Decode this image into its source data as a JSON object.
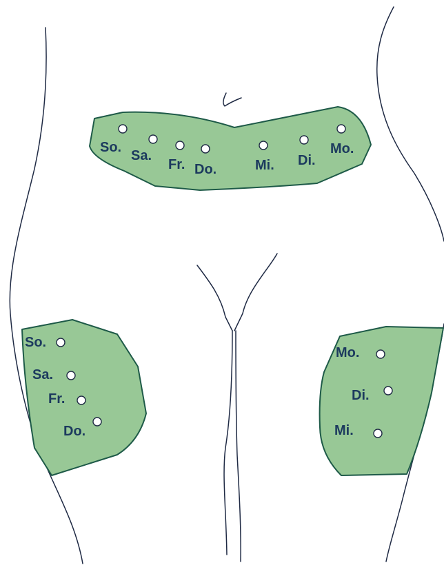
{
  "colors": {
    "zone_fill": "#98c896",
    "zone_stroke": "#1e5a48",
    "label_color": "#1c3a5e"
  },
  "zones": {
    "abdomen": {
      "sites": [
        {
          "label": "So."
        },
        {
          "label": "Sa."
        },
        {
          "label": "Fr."
        },
        {
          "label": "Do."
        },
        {
          "label": "Mi."
        },
        {
          "label": "Di."
        },
        {
          "label": "Mo."
        }
      ]
    },
    "left_thigh": {
      "sites": [
        {
          "label": "So."
        },
        {
          "label": "Sa."
        },
        {
          "label": "Fr."
        },
        {
          "label": "Do."
        }
      ]
    },
    "right_thigh": {
      "sites": [
        {
          "label": "Mo."
        },
        {
          "label": "Di."
        },
        {
          "label": "Mi."
        }
      ]
    }
  }
}
